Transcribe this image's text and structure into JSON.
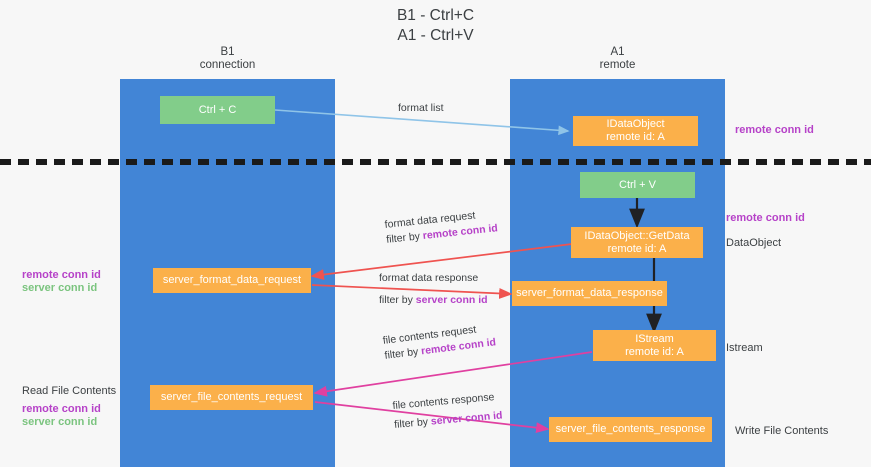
{
  "title": {
    "line1": "B1 - Ctrl+C",
    "line2": "A1 - Ctrl+V"
  },
  "lanes": [
    {
      "name": "b1",
      "title": "B1",
      "subtitle": "connection",
      "color": "#4285d6"
    },
    {
      "name": "a1",
      "title": "A1",
      "subtitle": "remote",
      "color": "#4285d6"
    }
  ],
  "nodes": {
    "ctrl_c": {
      "line1": "Ctrl + C",
      "color": "#82cd8a"
    },
    "ctrl_v": {
      "line1": "Ctrl + V",
      "color": "#82cd8a"
    },
    "idataobject": {
      "line1": "IDataObject",
      "line2": "remote id: A",
      "color": "#fbb04a"
    },
    "getdata": {
      "line1": "IDataObject::GetData",
      "line2": "remote id: A",
      "color": "#fbb04a"
    },
    "server_format_data_request": {
      "line1": "server_format_data_request",
      "color": "#fbb04a"
    },
    "server_format_data_response": {
      "line1": "server_format_data_response",
      "color": "#fbb04a"
    },
    "istream": {
      "line1": "IStream",
      "line2": "remote id: A",
      "color": "#fbb04a"
    },
    "server_file_contents_request": {
      "line1": "server_file_contents_request",
      "color": "#fbb04a"
    },
    "server_file_contents_response": {
      "line1": "server_file_contents_response",
      "color": "#fbb04a"
    }
  },
  "edge_labels": {
    "format_list": {
      "text": "format list"
    },
    "format_data_request": {
      "line1": "format data request",
      "filter_prefix": "filter by ",
      "filter_key": "remote conn id"
    },
    "format_data_response": {
      "line1": "format data response",
      "filter_prefix": "filter by ",
      "filter_key": "server conn id"
    },
    "file_contents_request": {
      "line1": "file contents request",
      "filter_prefix": "filter by ",
      "filter_key": "remote conn id"
    },
    "file_contents_response": {
      "line1": "file contents response",
      "filter_prefix": "filter by ",
      "filter_key": "server conn id"
    }
  },
  "side_labels": {
    "right_remote_top": "remote conn id",
    "right_remote_mid": "remote conn id",
    "right_dataobject": "DataObject",
    "right_istream": "Istream",
    "right_write_file": "Write File Contents",
    "left_remote_mid": "remote conn id",
    "left_server_mid": "server conn id",
    "left_read_file": "Read File Contents",
    "left_remote_bottom": "remote conn id",
    "left_server_bottom": "server conn id"
  },
  "colors": {
    "lane": "#4285d6",
    "green_node": "#82cd8a",
    "orange_node": "#fbb04a",
    "magenta": "#b642c8",
    "green_text": "#7bc47f",
    "light_blue_arrow": "#8fc4e8",
    "red_arrow": "#ef5350",
    "pink_arrow": "#e040a0",
    "black_arrow": "#202124",
    "divider": "#1a1a1a",
    "background": "#f7f7f7"
  },
  "divider": {
    "style": "dashed"
  }
}
